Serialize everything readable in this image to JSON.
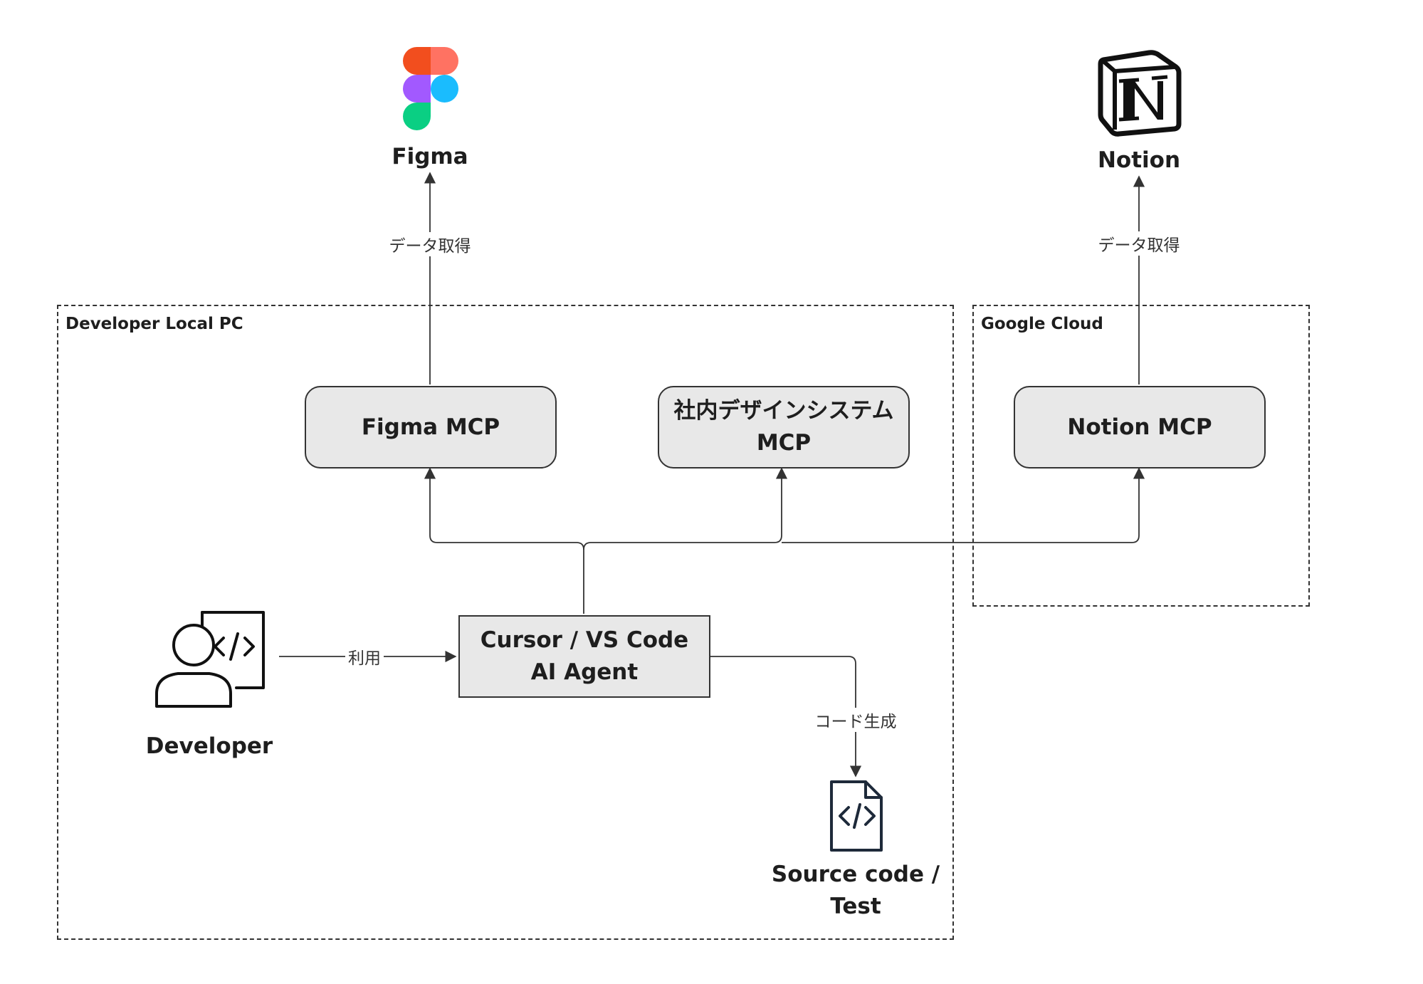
{
  "regions": {
    "local_pc": "Developer Local PC",
    "google_cloud": "Google Cloud"
  },
  "external": {
    "figma": "Figma",
    "notion": "Notion"
  },
  "nodes": {
    "figma_mcp": "Figma MCP",
    "design_system_mcp_line1": "社内デザインシステム",
    "design_system_mcp_line2": "MCP",
    "notion_mcp": "Notion MCP",
    "agent_line1": "Cursor / VS Code",
    "agent_line2": "AI Agent"
  },
  "actors": {
    "developer": "Developer",
    "source_line1": "Source code /",
    "source_line2": "Test"
  },
  "edges": {
    "figma_fetch": "データ取得",
    "notion_fetch": "データ取得",
    "use": "利用",
    "codegen": "コード生成"
  },
  "icons": {
    "figma": "figma-logo",
    "notion": "notion-logo",
    "developer": "developer-code-icon",
    "source": "code-file-icon"
  },
  "colors": {
    "figma_red": "#F24E1E",
    "figma_orange": "#FF7262",
    "figma_purple": "#A259FF",
    "figma_blue": "#1ABCFE",
    "figma_green": "#0ACF83",
    "node_fill": "#E8E8E8",
    "line": "#333333"
  }
}
